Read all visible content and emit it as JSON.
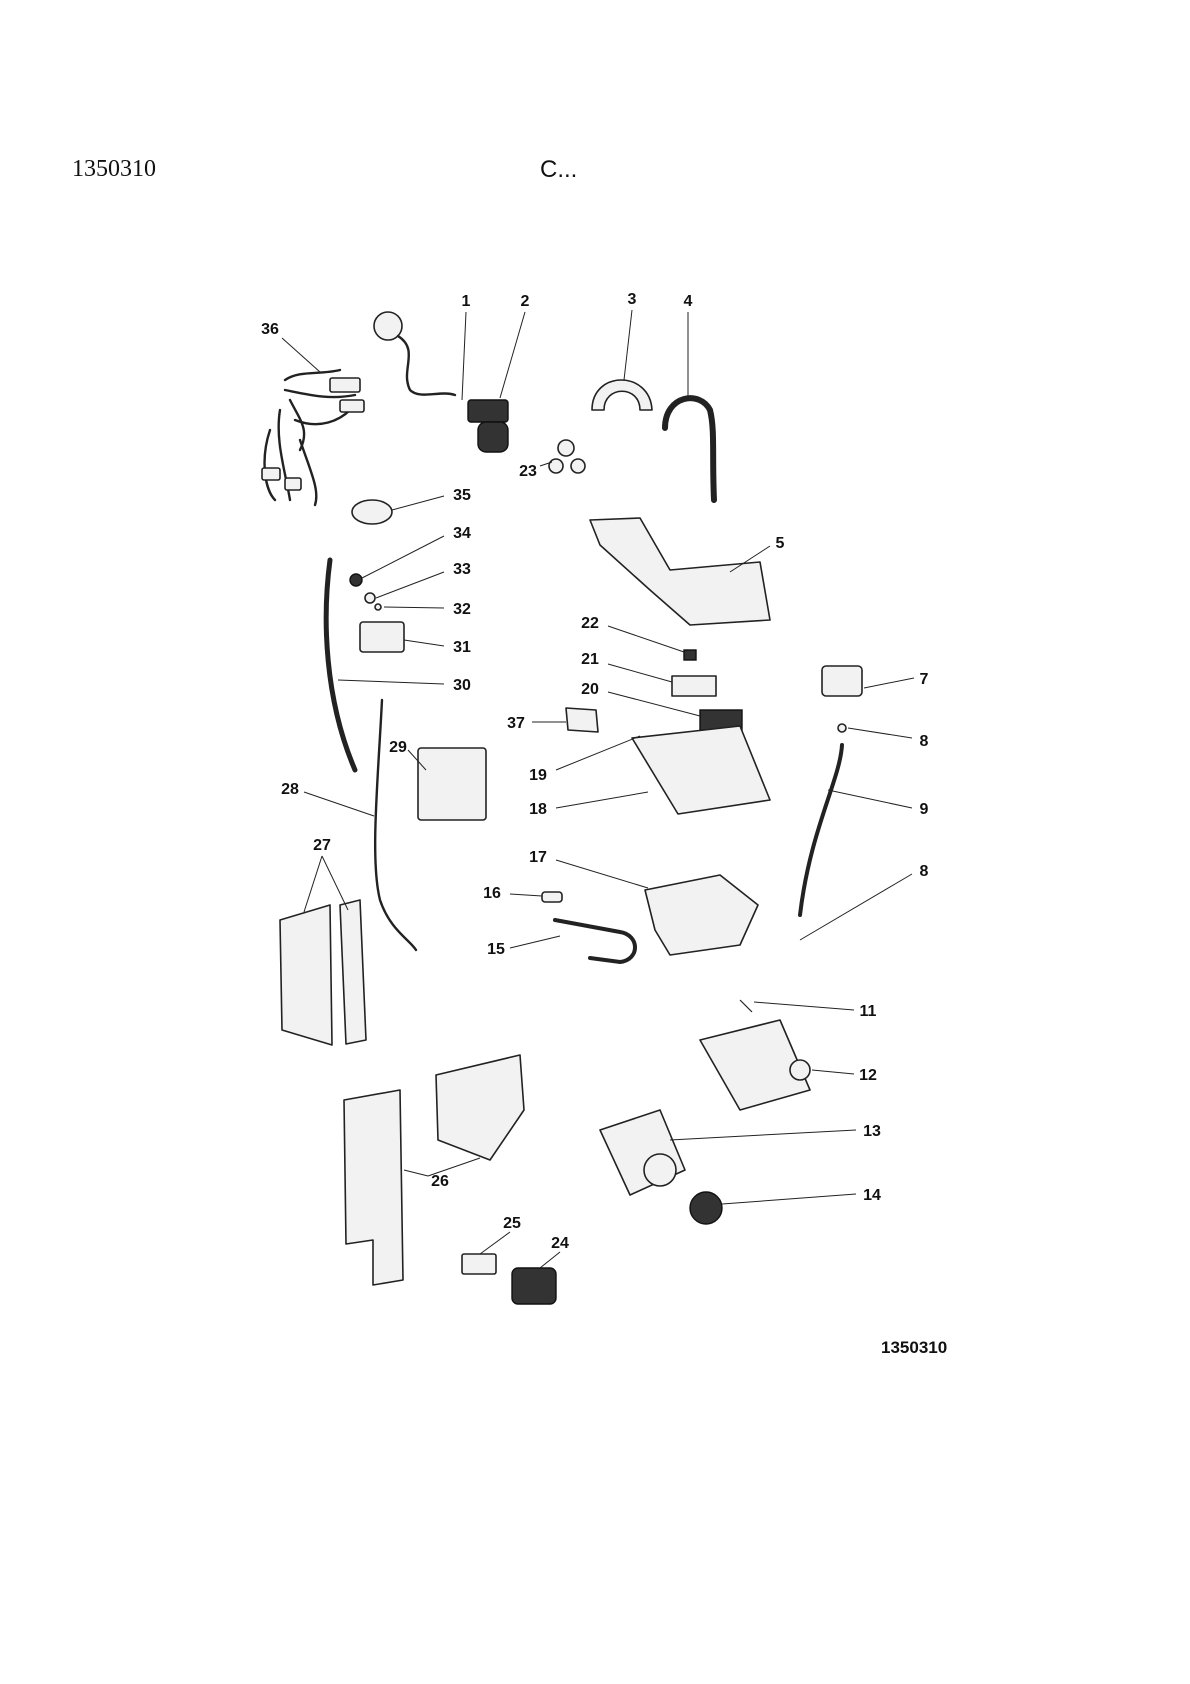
{
  "header": {
    "code_left": "1350310",
    "title_right": "C..."
  },
  "footer": {
    "code": "1350310"
  },
  "callouts": [
    {
      "label": "1"
    },
    {
      "label": "2"
    },
    {
      "label": "3"
    },
    {
      "label": "4"
    },
    {
      "label": "36"
    },
    {
      "label": "23"
    },
    {
      "label": "35"
    },
    {
      "label": "34"
    },
    {
      "label": "5"
    },
    {
      "label": "33"
    },
    {
      "label": "32"
    },
    {
      "label": "22"
    },
    {
      "label": "31"
    },
    {
      "label": "21"
    },
    {
      "label": "7"
    },
    {
      "label": "30"
    },
    {
      "label": "20"
    },
    {
      "label": "37"
    },
    {
      "label": "8"
    },
    {
      "label": "29"
    },
    {
      "label": "19"
    },
    {
      "label": "28"
    },
    {
      "label": "18"
    },
    {
      "label": "9"
    },
    {
      "label": "27"
    },
    {
      "label": "17"
    },
    {
      "label": "8"
    },
    {
      "label": "16"
    },
    {
      "label": "15"
    },
    {
      "label": "11"
    },
    {
      "label": "12"
    },
    {
      "label": "13"
    },
    {
      "label": "26"
    },
    {
      "label": "14"
    },
    {
      "label": "25"
    },
    {
      "label": "24"
    }
  ]
}
